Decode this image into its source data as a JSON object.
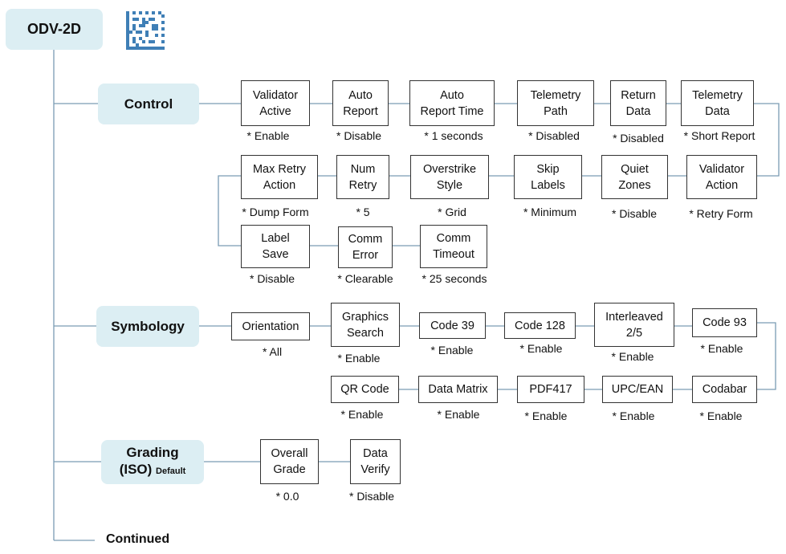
{
  "root": {
    "title": "ODV-2D",
    "icon": "datamatrix-barcode-icon"
  },
  "colors": {
    "pill": "#dceef3",
    "line": "#7a9cb3",
    "barcode": "#3f7fb6"
  },
  "sections": [
    {
      "label": "Control",
      "rows": [
        [
          {
            "label": "Validator\nActive",
            "default": "* Enable"
          },
          {
            "label": "Auto\nReport",
            "default": "* Disable"
          },
          {
            "label": "Auto\nReport Time",
            "default": "* 1 seconds"
          },
          {
            "label": "Telemetry\nPath",
            "default": "* Disabled"
          },
          {
            "label": "Return\nData",
            "default": "* Disabled"
          },
          {
            "label": "Telemetry\nData",
            "default": "* Short Report"
          }
        ],
        [
          {
            "label": "Max Retry\nAction",
            "default": "* Dump Form"
          },
          {
            "label": "Num\nRetry",
            "default": "* 5"
          },
          {
            "label": "Overstrike\nStyle",
            "default": "* Grid"
          },
          {
            "label": "Skip\nLabels",
            "default": "* Minimum"
          },
          {
            "label": "Quiet\nZones",
            "default": "* Disable"
          },
          {
            "label": "Validator\nAction",
            "default": "* Retry Form"
          }
        ],
        [
          {
            "label": "Label\nSave",
            "default": "* Disable"
          },
          {
            "label": "Comm\nError",
            "default": "* Clearable"
          },
          {
            "label": "Comm\nTimeout",
            "default": "* 25 seconds"
          }
        ]
      ]
    },
    {
      "label": "Symbology",
      "rows": [
        [
          {
            "label": "Orientation",
            "default": "* All"
          },
          {
            "label": "Graphics\nSearch",
            "default": "* Enable"
          },
          {
            "label": "Code 39",
            "default": "* Enable"
          },
          {
            "label": "Code 128",
            "default": "* Enable"
          },
          {
            "label": "Interleaved\n2/5",
            "default": "* Enable"
          },
          {
            "label": "Code 93",
            "default": "* Enable"
          }
        ],
        [
          {
            "label": "QR Code",
            "default": "* Enable"
          },
          {
            "label": "Data Matrix",
            "default": "* Enable"
          },
          {
            "label": "PDF417",
            "default": "* Enable"
          },
          {
            "label": "UPC/EAN",
            "default": "* Enable"
          },
          {
            "label": "Codabar",
            "default": "* Enable"
          }
        ]
      ]
    },
    {
      "label": "Grading",
      "label_line2": "(ISO)",
      "label_suffix": "Default",
      "rows": [
        [
          {
            "label": "Overall\nGrade",
            "default": "* 0.0"
          },
          {
            "label": "Data\nVerify",
            "default": "* Disable"
          }
        ]
      ]
    }
  ],
  "continued": "Continued"
}
